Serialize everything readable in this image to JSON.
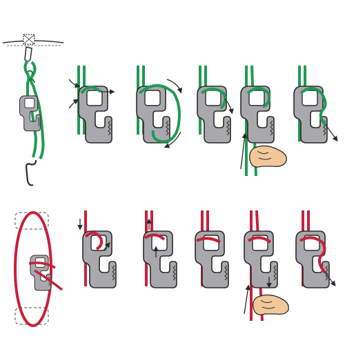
{
  "title": "",
  "colors": {
    "background": "#ffffff",
    "outline": "#2a2a2a",
    "hook_fill": "#a9a9ad",
    "hook_shade": "#8e8e93",
    "rope_top": "#1f9a52",
    "rope_top_dark": "#157a3f",
    "rope_bottom": "#c8203a",
    "rope_bottom_dark": "#9b1528",
    "hand": "#f2c89b",
    "dashed": "#6a6a6a"
  },
  "rows": [
    {
      "id": "top-row",
      "rope_color": "rope_top",
      "overview": "hanging-hook",
      "steps": [
        "wrap-over",
        "loop-around",
        "pass-under",
        "pull-tail",
        "finished"
      ]
    },
    {
      "id": "bottom-row",
      "rope_color": "rope_bottom",
      "overview": "loop-between-anchors",
      "steps": [
        "insert-strand",
        "cross-strands",
        "seat-strands",
        "pull-tail",
        "finished"
      ]
    }
  ],
  "icons": [
    "hook-icon",
    "rope-icon",
    "hand-icon",
    "arrow-icon",
    "ceiling-anchor-icon",
    "dashed-anchor-icon"
  ]
}
